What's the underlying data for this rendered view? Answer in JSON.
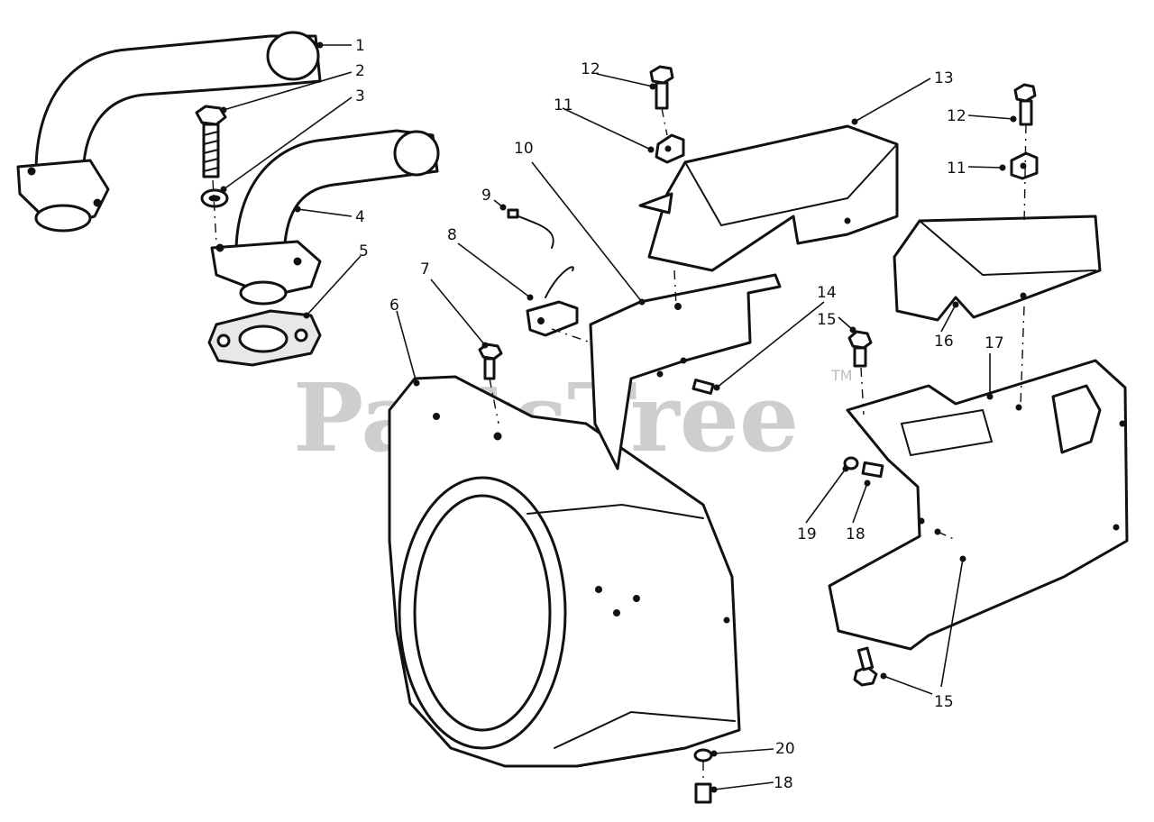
{
  "diagram": {
    "watermark": "PartsTree",
    "trademark": "TM",
    "callouts": [
      {
        "id": "c1",
        "label": "1"
      },
      {
        "id": "c2",
        "label": "2"
      },
      {
        "id": "c3",
        "label": "3"
      },
      {
        "id": "c4",
        "label": "4"
      },
      {
        "id": "c5",
        "label": "5"
      },
      {
        "id": "c6",
        "label": "6"
      },
      {
        "id": "c7",
        "label": "7"
      },
      {
        "id": "c8",
        "label": "8"
      },
      {
        "id": "c9",
        "label": "9"
      },
      {
        "id": "c10",
        "label": "10"
      },
      {
        "id": "c11a",
        "label": "11"
      },
      {
        "id": "c11b",
        "label": "11"
      },
      {
        "id": "c12a",
        "label": "12"
      },
      {
        "id": "c12b",
        "label": "12"
      },
      {
        "id": "c13",
        "label": "13"
      },
      {
        "id": "c14",
        "label": "14"
      },
      {
        "id": "c15a",
        "label": "15"
      },
      {
        "id": "c15b",
        "label": "15"
      },
      {
        "id": "c16",
        "label": "16"
      },
      {
        "id": "c17",
        "label": "17"
      },
      {
        "id": "c18a",
        "label": "18"
      },
      {
        "id": "c18b",
        "label": "18"
      },
      {
        "id": "c19",
        "label": "19"
      },
      {
        "id": "c20",
        "label": "20"
      }
    ]
  }
}
